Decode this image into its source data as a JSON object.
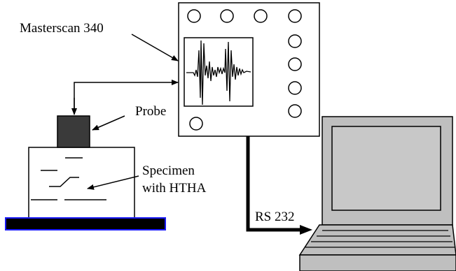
{
  "labels": {
    "device": "Masterscan 340",
    "probe": "Probe",
    "specimen_line1": "Specimen",
    "specimen_line2": "with HTHA",
    "interface": "RS 232"
  },
  "colors": {
    "line": "#000000",
    "probe_fill": "#3a3a3a",
    "base_fill": "#000000",
    "base_border": "#1a1aff",
    "laptop_fill": "#bfbfbf",
    "screen_fill": "#c8c8c8",
    "panel_fill": "#ffffff"
  }
}
